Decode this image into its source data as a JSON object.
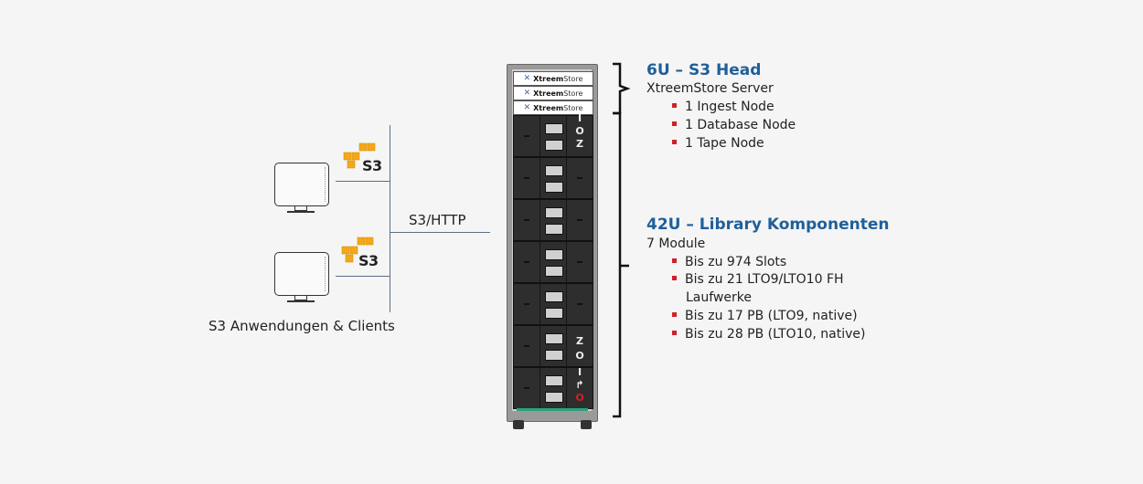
{
  "clients": {
    "caption": "S3 Anwendungen & Clients",
    "s3_badge": "S3",
    "protocol_label": "S3/HTTP",
    "devices": [
      {
        "icon": "monitor-icon",
        "badge_icon": "aws-s3-icon"
      },
      {
        "icon": "monitor-icon",
        "badge_icon": "aws-s3-icon"
      }
    ]
  },
  "rack": {
    "head_panels": [
      {
        "brand_bold": "Xtreem",
        "brand_rest": "Store"
      },
      {
        "brand_bold": "Xtreem",
        "brand_rest": "Store"
      },
      {
        "brand_bold": "Xtreem",
        "brand_rest": "Store"
      }
    ],
    "module_count": 7,
    "side_glyphs_top": [
      "I",
      "O",
      "Z"
    ],
    "side_glyphs_bottom": [
      "Z",
      "O",
      "I",
      "↱",
      "O"
    ]
  },
  "head_section": {
    "title": "6U – S3 Head",
    "subtitle": "XtreemStore Server",
    "bullets": [
      "1 Ingest Node",
      "1 Database Node",
      "1 Tape Node"
    ]
  },
  "library_section": {
    "title": "42U – Library Komponenten",
    "subtitle": "7 Module",
    "bullets": [
      "Bis zu 974 Slots",
      "Bis zu 21 LTO9/LTO10 FH",
      "Laufwerke",
      "Bis zu 17 PB (LTO9, native)",
      "Bis zu 28 PB (LTO10, native)"
    ]
  },
  "colors": {
    "accent_title": "#1f5f9a",
    "bullet": "#d0202a",
    "connector": "#5a6e85",
    "aws_orange": "#f2a81d"
  }
}
